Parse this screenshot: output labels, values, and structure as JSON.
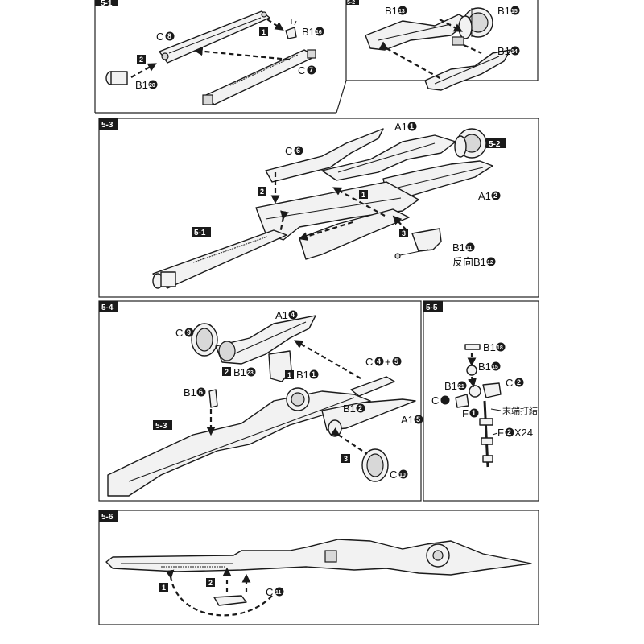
{
  "steps": {
    "s51": "5-1",
    "s52": "5-2",
    "s53": "5-3",
    "s54": "5-4",
    "s55": "5-5",
    "s56": "5-6"
  },
  "order": {
    "n1": "1",
    "n2": "2",
    "n3": "3"
  },
  "circled": {
    "c2": "2",
    "c4": "4",
    "c5": "5",
    "c6": "6",
    "c7": "7",
    "c8": "8",
    "c9": "9",
    "c10": "10",
    "c11": "11",
    "c12": "12",
    "c13": "13",
    "c14": "14",
    "c15": "15",
    "c16": "16",
    "c18": "18",
    "c20": "20",
    "c1": "1",
    "c23": "23",
    "c21": "21"
  },
  "labels": {
    "p51_c8": "C",
    "p51_b116": "B1",
    "p51_c7": "C",
    "p51_b120": "B1",
    "p52_b113": "B1",
    "p52_b115": "B1",
    "p52_b114": "B1",
    "p53_a11": "A1",
    "p53_c6": "C",
    "p53_a12": "A1",
    "p53_b111": "B1",
    "p53_rev": "反向B1",
    "p54_a14": "A1",
    "p54_c9": "C",
    "p54_c45": "C",
    "p54_plus": "+",
    "p54_b123": "B1",
    "p54_b11": "B1",
    "p54_b16": "B1",
    "p54_b12": "B1",
    "p54_a15": "A1",
    "p54_c10": "C",
    "p55_b118": "B1",
    "p55_b115": "B1",
    "p55_b12": "B1",
    "p55_c2": "C",
    "p55_c3": "C",
    "p55_f1": "F",
    "p55_note": "末端打結",
    "p55_f2": "F",
    "p55_x24": "X24",
    "p56_c11": "C"
  }
}
